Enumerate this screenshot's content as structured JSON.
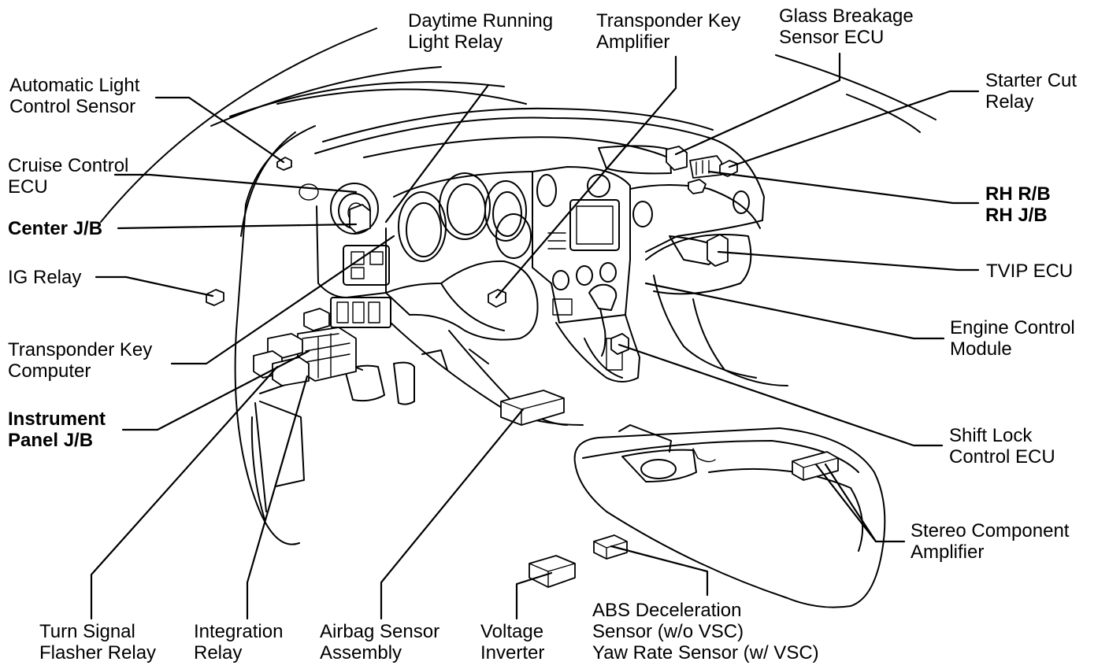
{
  "labels": {
    "daytime_running_light_relay": [
      "Daytime Running",
      "Light Relay"
    ],
    "transponder_key_amplifier": [
      "Transponder Key",
      "Amplifier"
    ],
    "glass_breakage_sensor_ecu": [
      "Glass Breakage",
      "Sensor ECU"
    ],
    "automatic_light_control_sensor": [
      "Automatic Light",
      "Control Sensor"
    ],
    "starter_cut_relay": [
      "Starter Cut",
      "Relay"
    ],
    "cruise_control_ecu": [
      "Cruise Control",
      "ECU"
    ],
    "center_jb": [
      "Center J/B"
    ],
    "rh_rb_rh_jb": [
      "RH R/B",
      "RH J/B"
    ],
    "ig_relay": [
      "IG Relay"
    ],
    "tvip_ecu": [
      "TVIP ECU"
    ],
    "engine_control_module": [
      "Engine Control",
      "Module"
    ],
    "transponder_key_computer": [
      "Transponder Key",
      "Computer"
    ],
    "instrument_panel_jb": [
      "Instrument",
      "Panel J/B"
    ],
    "shift_lock_control_ecu": [
      "Shift Lock",
      "Control ECU"
    ],
    "stereo_component_amplifier": [
      "Stereo Component",
      "Amplifier"
    ],
    "turn_signal_flasher_relay": [
      "Turn Signal",
      "Flasher Relay"
    ],
    "integration_relay": [
      "Integration",
      "Relay"
    ],
    "airbag_sensor_assembly": [
      "Airbag Sensor",
      "Assembly"
    ],
    "voltage_inverter": [
      "Voltage",
      "Inverter"
    ],
    "abs_deceleration_sensor": [
      "ABS Deceleration",
      "Sensor (w/o VSC)",
      "Yaw Rate Sensor (w/ VSC)"
    ]
  }
}
